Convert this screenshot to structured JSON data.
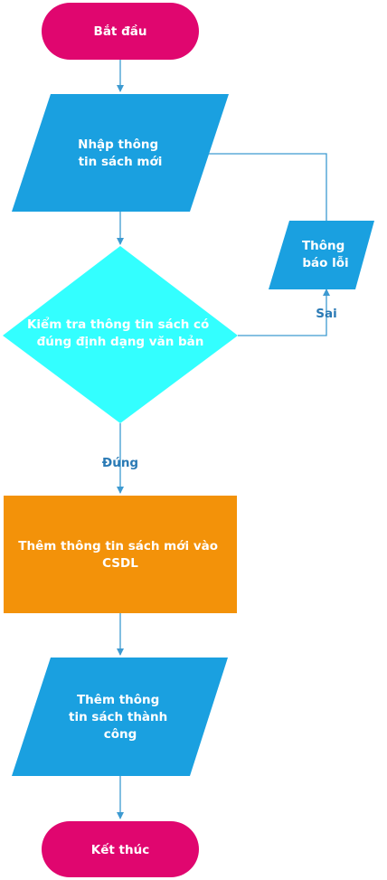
{
  "nodes": {
    "start": {
      "label": "Bắt đầu"
    },
    "input": {
      "lines": [
        "Nhập thông",
        "tin sách mới"
      ]
    },
    "check": {
      "lines": [
        "Kiểm tra thông tin sách có",
        "đúng định dạng văn bản"
      ]
    },
    "error": {
      "lines": [
        "Thông",
        "báo lỗi"
      ]
    },
    "save": {
      "lines": [
        "Thêm thông tin sách mới vào",
        "CSDL"
      ]
    },
    "success": {
      "lines": [
        "Thêm thông",
        "tin sách thành",
        "công"
      ]
    },
    "end": {
      "label": "Kết thúc"
    }
  },
  "edges": {
    "yes_label": "Đúng",
    "no_label": "Sai"
  },
  "colors": {
    "terminal": "#e0066f",
    "io": "#1aa0e0",
    "decision": "#33ffff",
    "process": "#f39209",
    "arrow": "#3d9ad1"
  }
}
